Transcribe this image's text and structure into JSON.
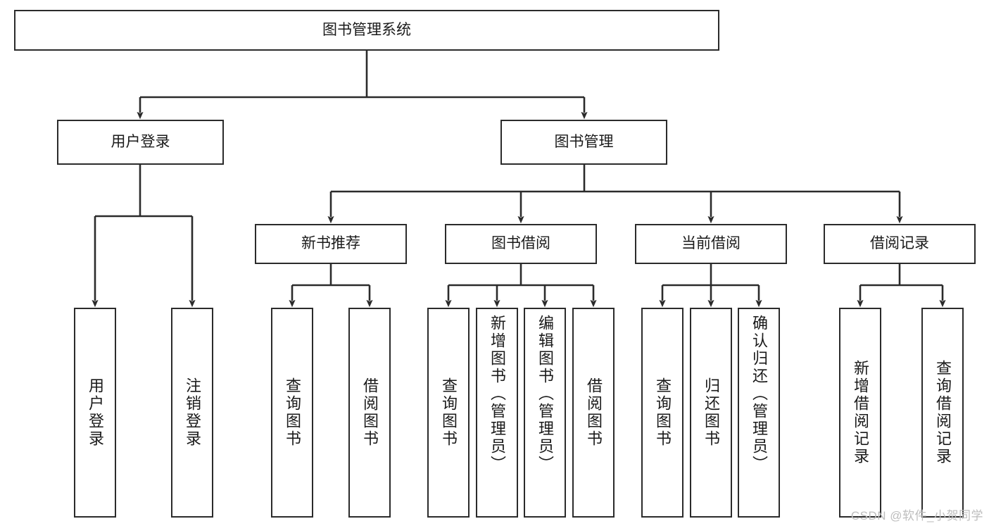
{
  "diagram": {
    "type": "tree",
    "title": "图书管理系统",
    "orientation": "top-down",
    "colors": {
      "node_border": "#2b2b2b",
      "node_fill": "#ffffff",
      "edge": "#2b2b2b",
      "text": "#1a1a1a",
      "watermark": "#bdbdbd",
      "background": "#ffffff"
    },
    "nodes": {
      "root": {
        "label": "图书管理系统"
      },
      "level2": [
        {
          "id": "user_login",
          "label": "用户登录"
        },
        {
          "id": "book_manage",
          "label": "图书管理"
        }
      ],
      "level3": [
        {
          "id": "new_book_rec",
          "label": "新书推荐"
        },
        {
          "id": "book_borrow",
          "label": "图书借阅"
        },
        {
          "id": "current_borrow",
          "label": "当前借阅"
        },
        {
          "id": "borrow_record",
          "label": "借阅记录"
        }
      ],
      "leaves": {
        "user_login": [
          {
            "id": "leaf_user_login",
            "label": "用户登录"
          },
          {
            "id": "leaf_user_logout",
            "label": "注销登录"
          }
        ],
        "new_book_rec": [
          {
            "id": "leaf_query_book_1",
            "label": "查询图书"
          },
          {
            "id": "leaf_borrow_book_1",
            "label": "借阅图书"
          }
        ],
        "book_borrow": [
          {
            "id": "leaf_query_book_2",
            "label": "查询图书"
          },
          {
            "id": "leaf_add_book",
            "label": "新增图书（管理员）"
          },
          {
            "id": "leaf_edit_book",
            "label": "编辑图书（管理员）"
          },
          {
            "id": "leaf_borrow_book_2",
            "label": "借阅图书"
          }
        ],
        "current_borrow": [
          {
            "id": "leaf_query_book_3",
            "label": "查询图书"
          },
          {
            "id": "leaf_return_book",
            "label": "归还图书"
          },
          {
            "id": "leaf_confirm_return",
            "label": "确认归还（管理员）"
          }
        ],
        "borrow_record": [
          {
            "id": "leaf_add_record",
            "label": "新增借阅记录"
          },
          {
            "id": "leaf_query_record",
            "label": "查询借阅记录"
          }
        ]
      }
    }
  },
  "watermark": {
    "text": "CSDN @软件_小贺同学"
  }
}
